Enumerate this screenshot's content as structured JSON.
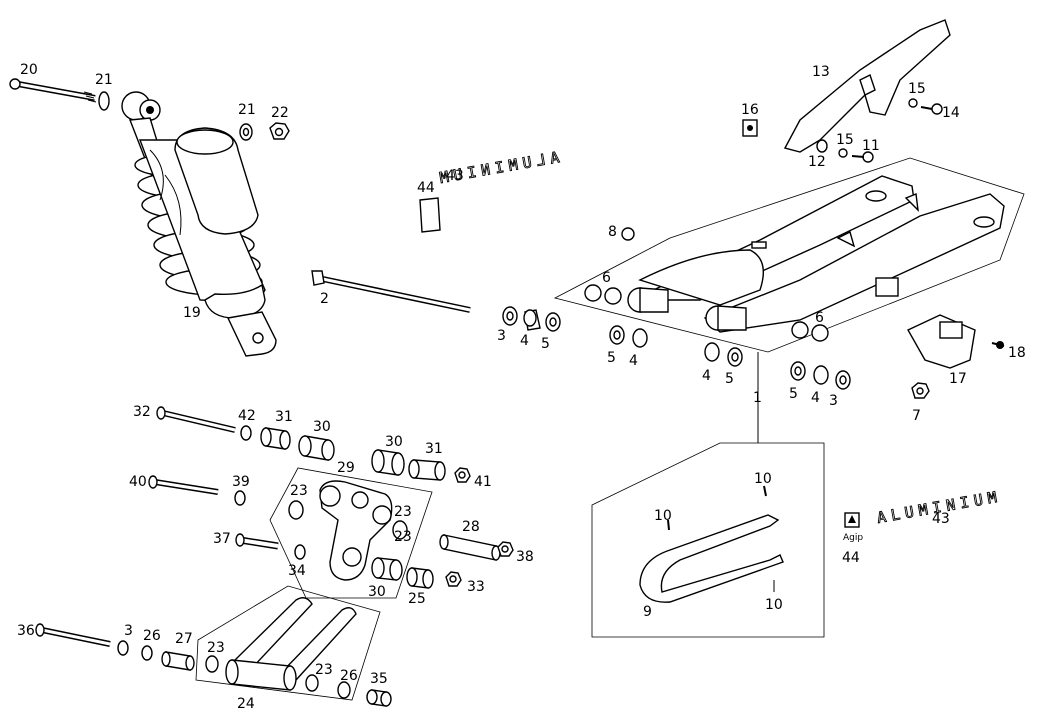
{
  "callouts": {
    "c1": "1",
    "c2": "2",
    "c3a": "3",
    "c3b": "3",
    "c3c": "3",
    "c4a": "4",
    "c4b": "4",
    "c4c": "4",
    "c4d": "4",
    "c5a": "5",
    "c5b": "5",
    "c5c": "5",
    "c5d": "5",
    "c6a": "6",
    "c6b": "6",
    "c7": "7",
    "c8": "8",
    "c9": "9",
    "c10a": "10",
    "c10b": "10",
    "c10c": "10",
    "c11": "11",
    "c12": "12",
    "c13": "13",
    "c14": "14",
    "c15a": "15",
    "c15b": "15",
    "c16": "16",
    "c17": "17",
    "c18": "18",
    "c19": "19",
    "c20": "20",
    "c21a": "21",
    "c21b": "21",
    "c22": "22",
    "c23a": "23",
    "c23b": "23",
    "c23c": "23",
    "c23d": "23",
    "c23e": "23",
    "c24": "24",
    "c25": "25",
    "c26a": "26",
    "c26b": "26",
    "c27": "27",
    "c28": "28",
    "c29": "29",
    "c30a": "30",
    "c30b": "30",
    "c30c": "30",
    "c31a": "31",
    "c31b": "31",
    "c32": "32",
    "c33": "33",
    "c34": "34",
    "c35": "35",
    "c36": "36",
    "c37": "37",
    "c38": "38",
    "c39": "39",
    "c40": "40",
    "c41": "41",
    "c42": "42",
    "c43a": "43",
    "c43b": "43",
    "c44a": "44",
    "c44b": "44"
  },
  "decals": {
    "aluminium_main": "ALUMINIUM",
    "aluminium_mirror": "ALUMINIUM",
    "sponsor_logo_text": "Agip"
  }
}
